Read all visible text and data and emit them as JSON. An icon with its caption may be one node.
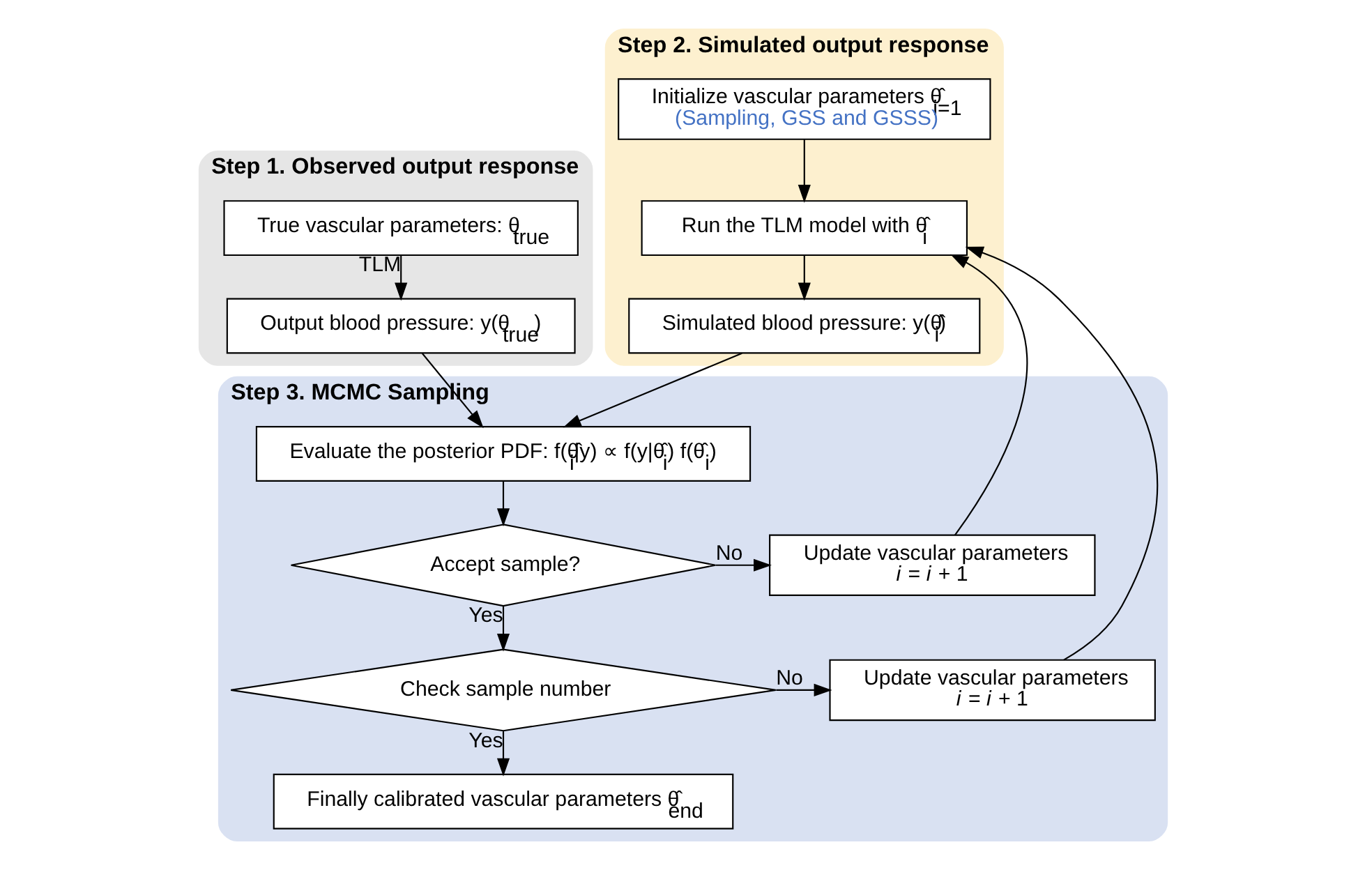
{
  "diagram": {
    "nodes": [
      {
        "text": [
          "Step 1. Observed output response"
        ]
      },
      {
        "text": [
          "True vascular parameters: θ$_{true}$"
        ],
        "in": 0
      },
      {
        "text": [
          "Output blood pressure: y(θ$_{true}$)"
        ],
        "in": 0
      },
      {
        "text": [
          "Step 2. Simulated output response"
        ]
      },
      {
        "text": [
          "Initialize vascular parameters θ̂$_{i=1}$",
          "(Sampling, GSS and GSSS)"
        ],
        "in": 3
      },
      {
        "text": [
          "Run the TLM model with θ̂$_{i}$"
        ],
        "in": 3
      },
      {
        "text": [
          "Simulated blood pressure: y(θ̂$_{i}$)"
        ],
        "in": 3
      },
      {
        "text": [
          "Step 3. MCMC Sampling"
        ]
      },
      {
        "text": [
          "Evaluate the posterior PDF: f(θ̂$_{i}$|y) ∝ f(y|θ̂$_{i}$) f(θ̂$_{i}$)"
        ],
        "in": 7
      },
      {
        "text": [
          "Accept sample?"
        ],
        "in": 7
      },
      {
        "text": [
          "Update vascular parameters",
          "*i* = *i* + 1"
        ],
        "in": 7
      },
      {
        "text": [
          "Check sample number"
        ],
        "in": 7
      },
      {
        "text": [
          "Update vascular parameters",
          "*i* = *i* + 1"
        ],
        "in": 7
      },
      {
        "text": [
          "Finally calibrated vascular parameters θ̂$_{end}$"
        ],
        "in": 7
      }
    ],
    "edges": [
      {
        "from": 1,
        "to": 2,
        "arrow": "to",
        "label": "TLM"
      },
      {
        "from": 4,
        "to": 5,
        "arrow": "to"
      },
      {
        "from": 5,
        "to": 6,
        "arrow": "to"
      },
      {
        "from": 2,
        "to": 8,
        "arrow": "to"
      },
      {
        "from": 6,
        "to": 8,
        "arrow": "to"
      },
      {
        "from": 8,
        "to": 9,
        "arrow": "to"
      },
      {
        "from": 9,
        "to": 10,
        "arrow": "to",
        "label": "No"
      },
      {
        "from": 9,
        "to": 11,
        "arrow": "to",
        "label": "Yes"
      },
      {
        "from": 11,
        "to": 12,
        "arrow": "to",
        "label": "No"
      },
      {
        "from": 11,
        "to": 13,
        "arrow": "to",
        "label": "Yes"
      },
      {
        "from": 10,
        "to": 5,
        "arrow": "to"
      },
      {
        "from": 12,
        "to": 5,
        "arrow": "to"
      }
    ]
  }
}
